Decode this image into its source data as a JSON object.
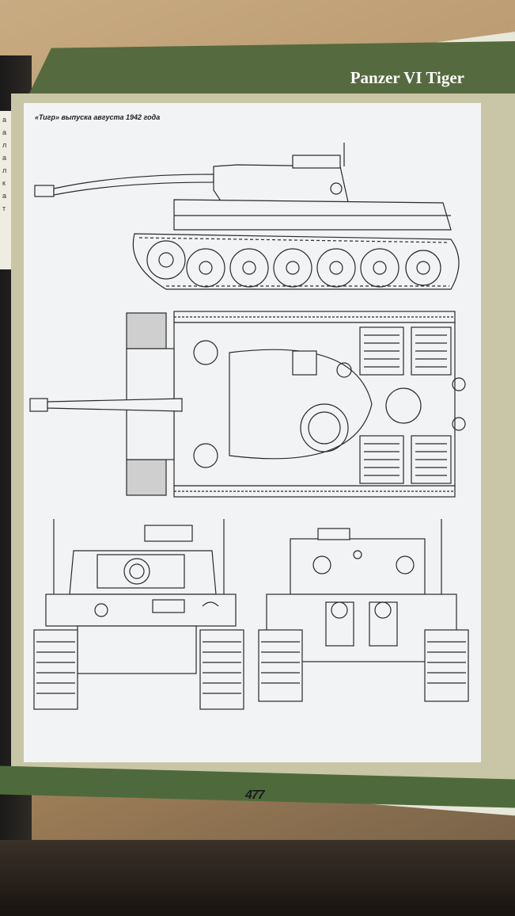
{
  "header": {
    "title": "Panzer VI Tiger"
  },
  "caption": "«Тигр» выпуска августа 1942 года",
  "page_number": "477",
  "left_page_fragments": [
    "а",
    "а",
    "л",
    "а",
    "л",
    "к",
    "а",
    "т"
  ],
  "colors": {
    "header_band": "#556a3e",
    "page_background": "#e7e8da",
    "drawing_background": "#f2f3f4",
    "line_art": "#2a2a2a"
  },
  "views": [
    "side-view",
    "top-view",
    "front-view",
    "rear-view"
  ]
}
